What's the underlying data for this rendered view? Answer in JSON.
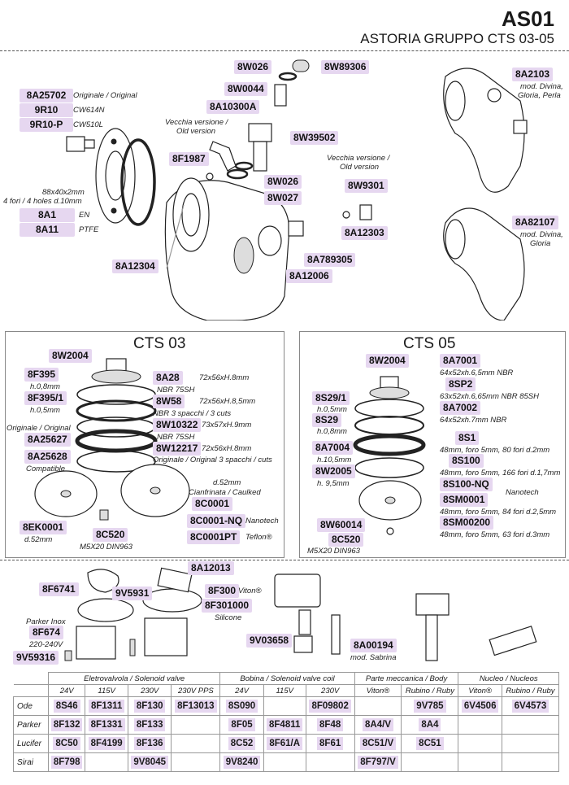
{
  "header": {
    "model": "AS01",
    "title": "ASTORIA GRUPPO CTS 03-05"
  },
  "top": {
    "codes": {
      "c8W026a": "8W026",
      "c8W89306": "8W89306",
      "c8W0044": "8W0044",
      "c8A10300A": "8A10300A",
      "c8W39502": "8W39502",
      "c8F1987": "8F1987",
      "c8W026b": "8W026",
      "c8W027": "8W027",
      "c8A25702": "8A25702",
      "c9R10": "9R10",
      "c9R10P": "9R10-P",
      "c8A1": "8A1",
      "c8A11": "8A11",
      "c8A12304": "8A12304",
      "c8W9301": "8W9301",
      "c8A12303": "8A12303",
      "c8A789305": "8A789305",
      "c8A12006": "8A12006",
      "c8A2103": "8A2103",
      "c8A82107": "8A82107"
    },
    "notes": {
      "orig": "Originale / Original",
      "cw614": "CW614N",
      "cw510": "CW510L",
      "old1": "Vecchia versione /",
      "old2": "Old version",
      "dim1": "88x40x2mm",
      "dim2": "4 fori / 4 holes d.10mm",
      "en": "EN",
      "ptfe": "PTFE",
      "oldb1": "Vecchia versione /",
      "oldb2": "Old version",
      "mod1": "mod. Divina,",
      "mod2": "Gloria, Perla",
      "mod3": "mod. Divina,",
      "mod4": "Gloria"
    }
  },
  "cts03": {
    "title": "CTS 03",
    "codes": {
      "c8W2004": "8W2004",
      "c8F395": "8F395",
      "c8F3951": "8F395/1",
      "c8A28": "8A28",
      "c8W58": "8W58",
      "c8W10322": "8W10322",
      "c8A25627": "8A25627",
      "c8A25628": "8A25628",
      "c8W12217": "8W12217",
      "c8C0001": "8C0001",
      "c8C0001NQ": "8C0001-NQ",
      "c8EK0001": "8EK0001",
      "c8C520": "8C520",
      "c8C0001PT": "8C0001PT"
    },
    "notes": {
      "h08": "h.0,8mm",
      "h05": "h.0,5mm",
      "a28": "72x56xH.8mm",
      "a28b": "NBR 75SH",
      "w58": "72x56xH.8,5mm",
      "w58b": "NBR 3 spacchi / 3 cuts",
      "w103": "73x57xH.9mm",
      "w103b": "NBR 75SH",
      "orig": "Originale / Original",
      "compat": "Compatible",
      "w122": "72x56xH.8mm",
      "w122b": "Originale / Original 3 spacchi / cuts",
      "d52a": "d.52mm",
      "cianf": "Cianfrinata / Caulked",
      "nano": "Nanotech",
      "ek": "d.52mm",
      "m5": "M5X20 DIN963",
      "teflon": "Teflon®"
    }
  },
  "cts05": {
    "title": "CTS 05",
    "codes": {
      "c8W2004": "8W2004",
      "c8A7001": "8A7001",
      "c8SP2": "8SP2",
      "c8A7002": "8A7002",
      "c8S291": "8S29/1",
      "c8S29": "8S29",
      "c8S1": "8S1",
      "c8A7004": "8A7004",
      "c8S100": "8S100",
      "c8W2005": "8W2005",
      "c8S100NQ": "8S100-NQ",
      "c8SM0001": "8SM0001",
      "c8SM00200": "8SM00200",
      "c8W60014": "8W60014",
      "c8C520": "8C520"
    },
    "notes": {
      "a7001": "64x52xh.6,5mm NBR",
      "sp2": "63x52xh.6,65mm NBR 85SH",
      "a7002": "64x52xh.7mm NBR",
      "h05": "h.0,5mm",
      "h08": "h.0,8mm",
      "s1": "48mm, foro 5mm, 80 fori d.2mm",
      "h105": "h.10,5mm",
      "s100": "48mm, foro 5mm, 166 fori d.1,7mm",
      "h95": "h. 9,5mm",
      "nano": "Nanotech",
      "sm1": "48mm, foro 5mm, 84 fori d.2,5mm",
      "sm2": "48mm, foro 5mm, 63 fori d.3mm",
      "m5": "M5X20 DIN963"
    }
  },
  "valves": {
    "codes": {
      "c8A12013": "8A12013",
      "c8F6741": "8F6741",
      "c9V5931": "9V5931",
      "c8F300": "8F300",
      "c8F301000": "8F301000",
      "c8F674": "8F674",
      "c9V59316": "9V59316",
      "c9V03658": "9V03658",
      "c8A00194": "8A00194"
    },
    "notes": {
      "viton": "Viton®",
      "silicone": "Silicone",
      "parker": "Parker Inox",
      "volt": "220-240V",
      "sabrina": "mod. Sabrina"
    }
  },
  "table": {
    "groups": [
      "Eletrovalvola / Solenoid valve",
      "Bobina / Solenoid valve coil",
      "Parte meccanica / Body",
      "Nucleo / Nucleos"
    ],
    "subheads": [
      "24V",
      "115V",
      "230V",
      "230V PPS",
      "24V",
      "115V",
      "230V",
      "Viton®",
      "Rubino / Ruby",
      "Viton®",
      "Rubino / Ruby"
    ],
    "rows": [
      {
        "name": "Ode",
        "cells": [
          "8S46",
          "8F1311",
          "8F130",
          "8F13013",
          "8S090",
          "",
          "8F09802",
          "",
          "9V785",
          "6V4506",
          "6V4573"
        ]
      },
      {
        "name": "Parker",
        "cells": [
          "8F132",
          "8F1331",
          "8F133",
          "",
          "8F05",
          "8F4811",
          "8F48",
          "8A4/V",
          "8A4",
          "",
          ""
        ]
      },
      {
        "name": "Lucifer",
        "cells": [
          "8C50",
          "8F4199",
          "8F136",
          "",
          "8C52",
          "8F61/A",
          "8F61",
          "8C51/V",
          "8C51",
          "",
          ""
        ]
      },
      {
        "name": "Sirai",
        "cells": [
          "8F798",
          "",
          "9V8045",
          "",
          "9V8240",
          "",
          "",
          "8F797/V",
          "",
          "",
          ""
        ]
      }
    ]
  }
}
